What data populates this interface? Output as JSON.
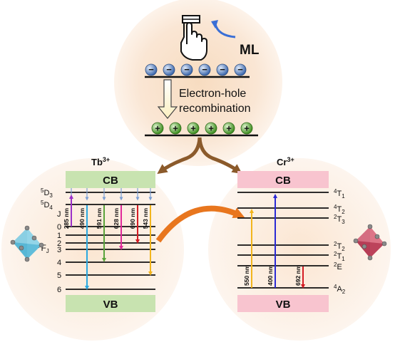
{
  "top": {
    "ml_label": "ML",
    "process_line1": "Electron-hole",
    "process_line2": "recombination",
    "electron_sign": "−",
    "hole_sign": "+"
  },
  "tb": {
    "ion": "Tb",
    "charge": "3+",
    "cb": "CB",
    "vb": "VB",
    "levels": {
      "d3": {
        "sup": "5",
        "main": "D",
        "sub": "3"
      },
      "d4": {
        "sup": "5",
        "main": "D",
        "sub": "4"
      },
      "j": "J",
      "f": {
        "sup": "7",
        "main": "F",
        "sub": "J"
      },
      "j_values": [
        "0",
        "1",
        "2",
        "3",
        "4",
        "5",
        "6"
      ]
    },
    "transitions": [
      {
        "label": "285 nm",
        "color": "#9b30c8"
      },
      {
        "label": "490 nm",
        "color": "#2aa8e0"
      },
      {
        "label": "591 nm",
        "color": "#5aa33a"
      },
      {
        "label": "628 nm",
        "color": "#e02a9a"
      },
      {
        "label": "690 nm",
        "color": "#d41c24"
      },
      {
        "label": "543 nm",
        "color": "#f2b51d"
      }
    ]
  },
  "cr": {
    "ion": "Cr",
    "charge": "3+",
    "cb": "CB",
    "vb": "VB",
    "levels": [
      {
        "sup": "4",
        "main": "T",
        "sub": "1"
      },
      {
        "sup": "4",
        "main": "T",
        "sub": "2"
      },
      {
        "sup": "2",
        "main": "T",
        "sub": "3"
      },
      {
        "sup": "2",
        "main": "T",
        "sub": "2"
      },
      {
        "sup": "2",
        "main": "T",
        "sub": "1"
      },
      {
        "sup": "2",
        "main": "E",
        "sub": ""
      },
      {
        "sup": "4",
        "main": "A",
        "sub": "2"
      }
    ],
    "transitions": [
      {
        "label": "550 nm",
        "color": "#f2b51d"
      },
      {
        "label": "400 nm",
        "color": "#2a2ad4"
      },
      {
        "label": "692 nm",
        "color": "#d41c24"
      }
    ]
  },
  "colors": {
    "cb_fill": "#c8e3b0",
    "cb_pink": "#f8c4cf",
    "arrow_brown": "#8b5a2b",
    "transfer_orange": "#e8761e",
    "electron": "#5b86c9",
    "hole": "#63b535"
  }
}
